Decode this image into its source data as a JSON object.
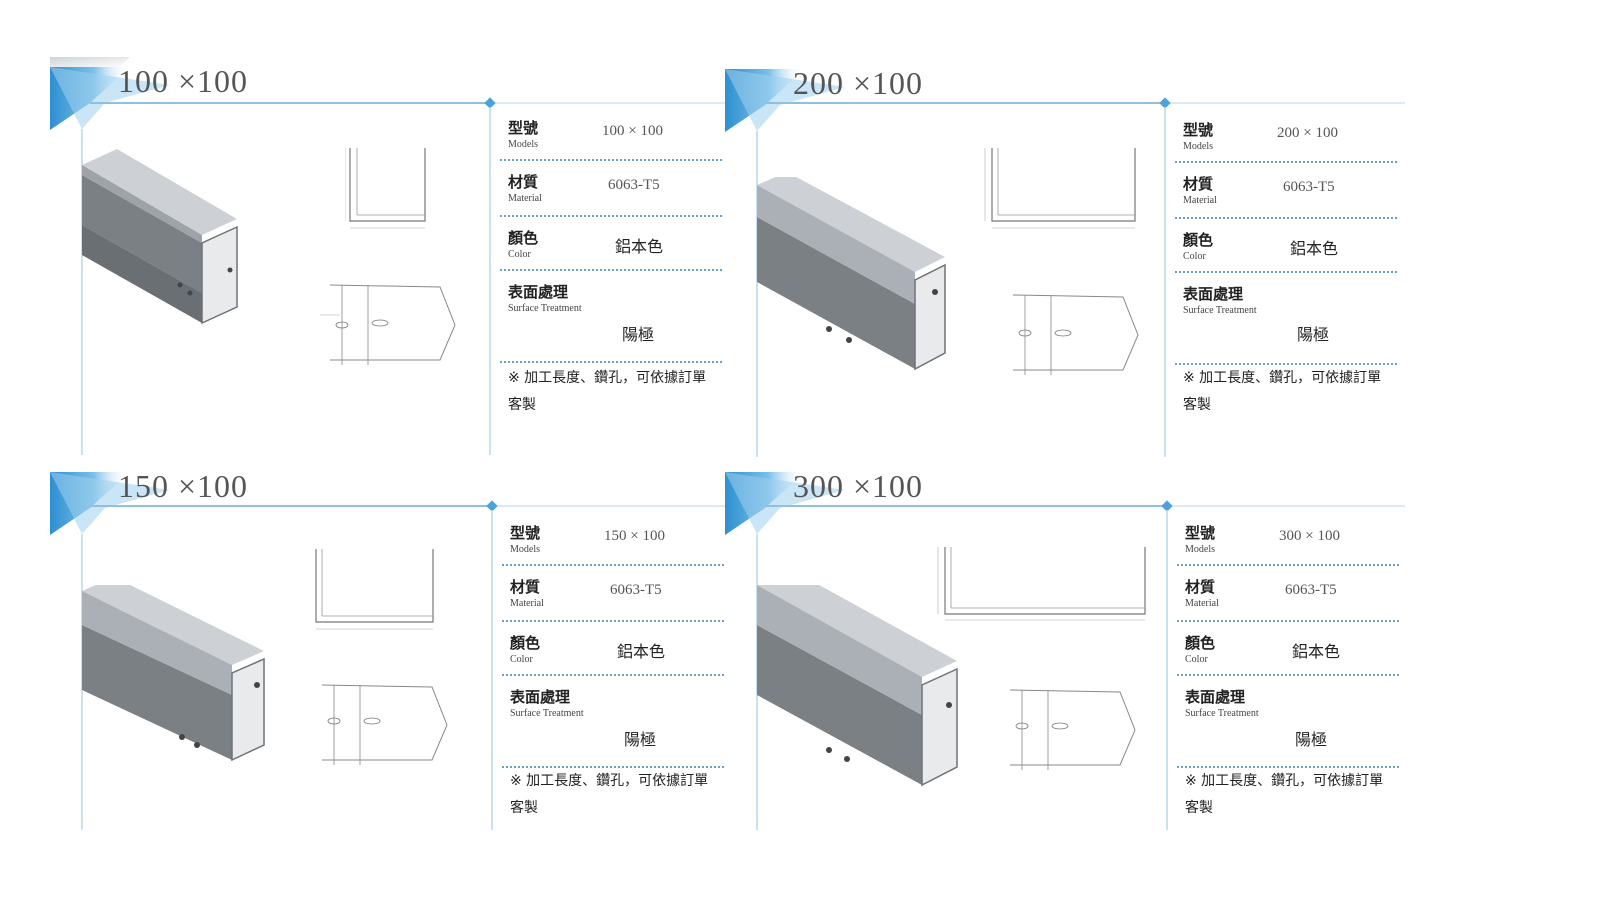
{
  "labels": {
    "model_zh": "型號",
    "model_en": "Models",
    "material_zh": "材質",
    "material_en": "Material",
    "color_zh": "顏色",
    "color_en": "Color",
    "surface_zh": "表面處理",
    "surface_en": "Surface Treatment"
  },
  "panels": [
    {
      "title": "100 ×100",
      "model": "100 × 100",
      "material": "6063-T5",
      "color": "鋁本色",
      "surface": "陽極",
      "note": "※ 加工長度、鑽孔，可依據訂單客製"
    },
    {
      "title": "200 ×100",
      "model": "200 × 100",
      "material": "6063-T5",
      "color": "鋁本色",
      "surface": "陽極",
      "note": "※ 加工長度、鑽孔，可依據訂單客製"
    },
    {
      "title": "150 ×100",
      "model": "150 × 100",
      "material": "6063-T5",
      "color": "鋁本色",
      "surface": "陽極",
      "note": "※ 加工長度、鑽孔，可依據訂單客製"
    },
    {
      "title": "300 ×100",
      "model": "300 × 100",
      "material": "6063-T5",
      "color": "鋁本色",
      "surface": "陽極",
      "note": "※ 加工長度、鑽孔，可依據訂單客製"
    }
  ],
  "colors": {
    "accent_blue": "#4aa3dc",
    "divider_blue": "#6a9fc7",
    "metal_dark": "#6f7378",
    "metal_light": "#d7dadd"
  }
}
